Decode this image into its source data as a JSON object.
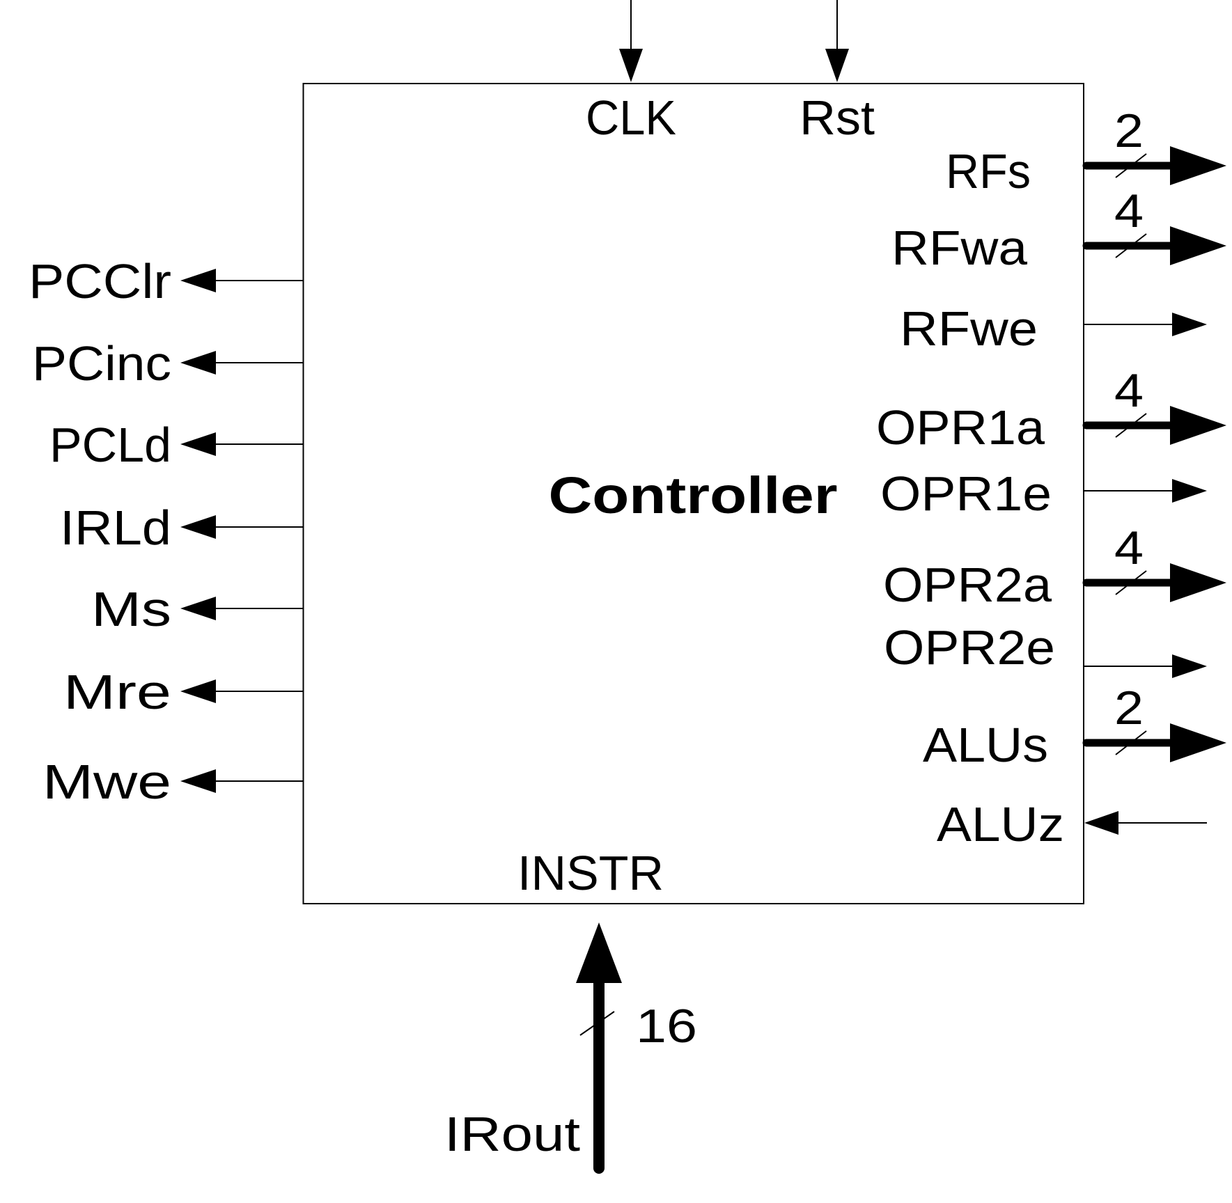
{
  "block": {
    "title": "Controller",
    "top_inputs": [
      {
        "label": "CLK"
      },
      {
        "label": "Rst"
      }
    ],
    "bottom_input": {
      "label": "INSTR",
      "source": "IRout",
      "width": "16"
    },
    "left_outputs": [
      {
        "label": "PCClr"
      },
      {
        "label": "PCinc"
      },
      {
        "label": "PCLd"
      },
      {
        "label": "IRLd"
      },
      {
        "label": "Ms"
      },
      {
        "label": "Mre"
      },
      {
        "label": "Mwe"
      }
    ],
    "right_ports": [
      {
        "label": "RFs",
        "direction": "out",
        "width": "2"
      },
      {
        "label": "RFwa",
        "direction": "out",
        "width": "4"
      },
      {
        "label": "RFwe",
        "direction": "out",
        "width": ""
      },
      {
        "label": "OPR1a",
        "direction": "out",
        "width": "4"
      },
      {
        "label": "OPR1e",
        "direction": "out",
        "width": ""
      },
      {
        "label": "OPR2a",
        "direction": "out",
        "width": "4"
      },
      {
        "label": "OPR2e",
        "direction": "out",
        "width": ""
      },
      {
        "label": "ALUs",
        "direction": "out",
        "width": "2"
      },
      {
        "label": "ALUz",
        "direction": "in",
        "width": ""
      }
    ]
  }
}
